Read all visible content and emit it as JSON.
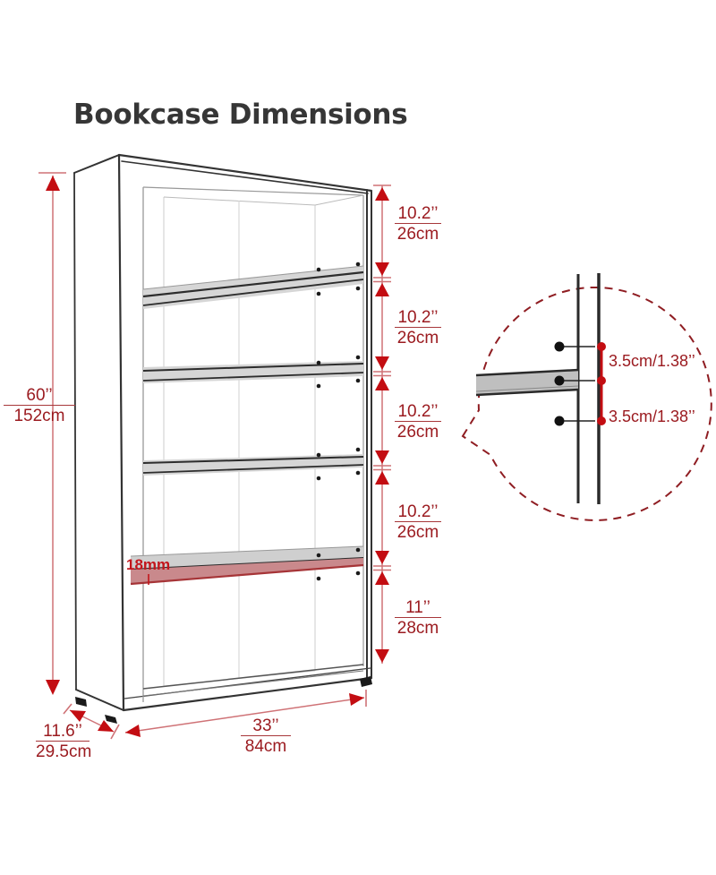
{
  "title": "Bookcase Dimensions",
  "height_label": {
    "in": "60’’",
    "cm": "152cm"
  },
  "spacing_labels": [
    {
      "in": "10.2’’",
      "cm": "26cm"
    },
    {
      "in": "10.2’’",
      "cm": "26cm"
    },
    {
      "in": "10.2’’",
      "cm": "26cm"
    },
    {
      "in": "10.2’’",
      "cm": "26cm"
    },
    {
      "in": "11’’",
      "cm": "28cm"
    }
  ],
  "width_label": {
    "in": "33’’",
    "cm": "84cm"
  },
  "depth_label": {
    "in": "11.6’’",
    "cm": "29.5cm"
  },
  "shelf_thickness_label": "18mm",
  "hole_spacing_labels": [
    "3.5cm/1.38’’",
    "3.5cm/1.38’’"
  ],
  "colors": {
    "dimension_arrow_red": "#c30d12",
    "dimension_line_pink": "#cf7276",
    "dimension_text_maroon": "#9b1b20",
    "callout_dashed_red": "#8f1d22",
    "thickness_text_red": "#c3161c",
    "shelf_edge_highlight_pink": "#c9898c",
    "cabinet_line_dark": "#333333",
    "shelf_gray": "#d6d6d6"
  }
}
